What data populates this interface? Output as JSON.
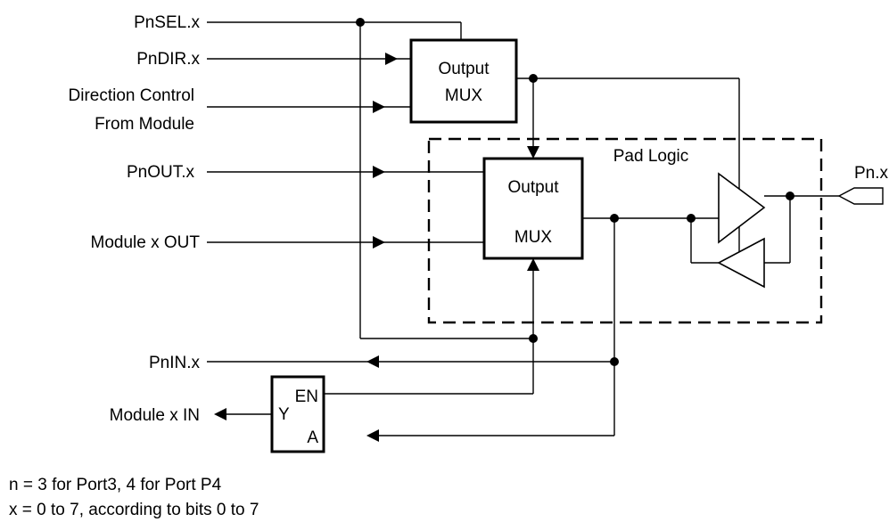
{
  "labels": {
    "pnsel": "PnSEL.x",
    "pndir": "PnDIR.x",
    "direction_control_line1": "Direction Control",
    "direction_control_line2": "From Module",
    "pnout": "PnOUT.x",
    "module_out": "Module x OUT",
    "pnin": "PnIN.x",
    "module_in": "Module x IN",
    "pad_logic": "Pad Logic",
    "pin": "Pn.x"
  },
  "mux_top": {
    "line1": "Output",
    "line2": "MUX"
  },
  "mux_bottom": {
    "line1": "Output",
    "line2": "MUX"
  },
  "enable_buffer": {
    "en": "EN",
    "y": "Y",
    "a": "A"
  },
  "notes": [
    "n = 3 for Port3, 4 for Port P4",
    "x = 0 to 7, according to bits 0 to 7"
  ]
}
